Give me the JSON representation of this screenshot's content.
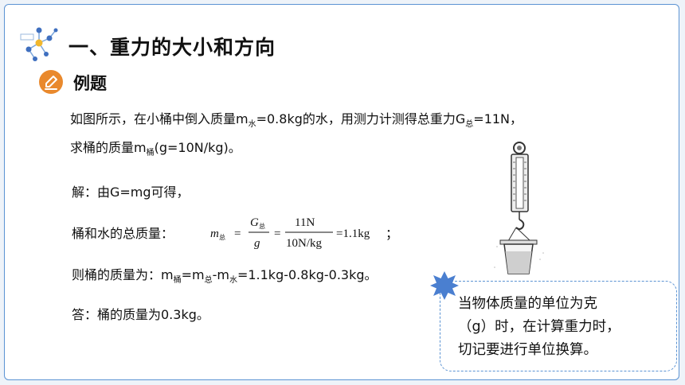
{
  "header": {
    "title": "一、重力的大小和方向",
    "logo_icon": "molecule-icon"
  },
  "section": {
    "badge_icon": "pencil-icon",
    "label": "例题"
  },
  "problem": {
    "line1_a": "如图所示，在小桶中倒入质量m",
    "line1_sub1": "水",
    "line1_b": "=0.8kg的水，用测力计测得总重力G",
    "line1_sub2": "总",
    "line1_c": "=11N，",
    "line2_a": "求桶的质量m",
    "line2_sub": "桶",
    "line2_b": "(g=10N/kg)。"
  },
  "solution": {
    "step1": "解：由G=mg可得，",
    "step2_label": "桶和水的总质量：",
    "formula": {
      "m": "m",
      "m_sub": "总",
      "eq": "=",
      "G": "G",
      "G_sub": "总",
      "g": "g",
      "num": "11N",
      "den": "10N/kg",
      "result": "=1.1kg"
    },
    "step2_end": "；",
    "step3_a": "则桶的质量为：m",
    "step3_sub1": "桶",
    "step3_b": "=m",
    "step3_sub2": "总",
    "step3_c": "-m",
    "step3_sub3": "水",
    "step3_d": "=1.1kg-0.8kg-0.3kg。",
    "answer": "答：桶的质量为0.3kg。"
  },
  "tip": {
    "star_icon": "star-icon",
    "text_line1": "当物体质量的单位为克",
    "text_line2": "（g）时，在计算重力时，",
    "text_line3": "切记要进行单位换算。"
  },
  "colors": {
    "accent_blue": "#5b93d3",
    "badge_orange": "#e9892d",
    "star_blue": "#4a7fd0"
  }
}
